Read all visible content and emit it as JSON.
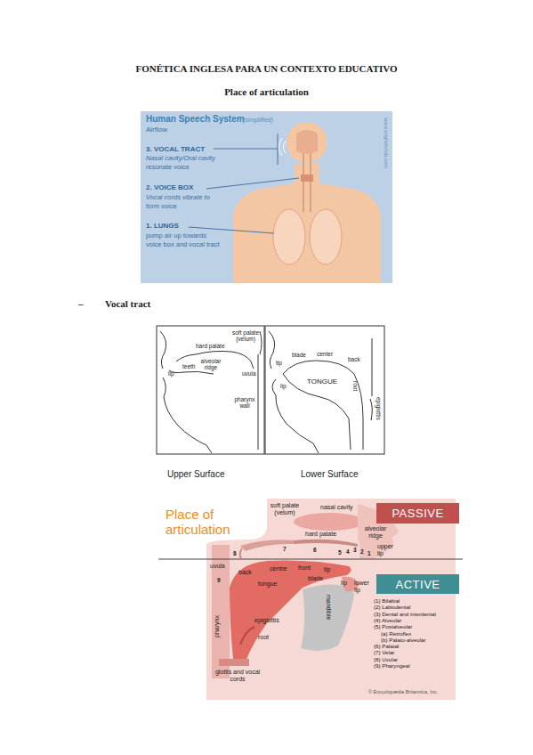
{
  "diagram": {
    "title": "FONÉTICA INGLESA PARA UN CONTEXTO EDUCATIVO",
    "nodes": [
      {
        "text": [
          "PASSIVE"
        ]
      },
      {
        "text": [
          "ACTIVE"
        ]
      }
    ],
    "labels": [
      "Place of articulation",
      "Human Speech System",
      "(simplified)",
      "Airflow",
      "3. VOCAL TRACT",
      "Nasal cavity/Oral cavity",
      "resonate voice",
      "2. VOICE BOX",
      "Vocal cords vibrate to",
      "form voice",
      "1. LUNGS",
      "pump air up towards",
      "voice box and vocal tract",
      "www.englishclub.com",
      "–",
      "Vocal tract",
      "hard palate",
      "soft palate (velum)",
      "teeth",
      "alveolar ridge",
      "lip",
      "uvula",
      "pharynx wall",
      "blade",
      "center",
      "back",
      "tip",
      "lip",
      "TONGUE",
      "root",
      "epiglottis",
      "Upper Surface",
      "Lower Surface",
      "Place of articulation",
      "soft palate (velum)",
      "nasal cavity",
      "hard palate",
      "alveolar ridge",
      "upper lip",
      "uvula",
      "back",
      "centre",
      "front",
      "tip",
      "blade",
      "tongue",
      "lip",
      "lower lip",
      "pharynx",
      "epiglottis",
      "root",
      "mandible",
      "glottis and vocal cords",
      "1",
      "2",
      "3",
      "4",
      "5",
      "6",
      "7",
      "8",
      "9",
      "(1) Bilabial",
      "(2) Labiodental",
      "(3) Dental and interdental",
      "(4) Alveolar",
      "(5) Postalveolar",
      "(a) Retroflex",
      "(b) Palato-alveolar",
      "(6) Palatal",
      "(7) Velar",
      "(8) Uvular",
      "(9) Pharyngeal",
      "© Encyclopædia Britannica, Inc."
    ]
  }
}
